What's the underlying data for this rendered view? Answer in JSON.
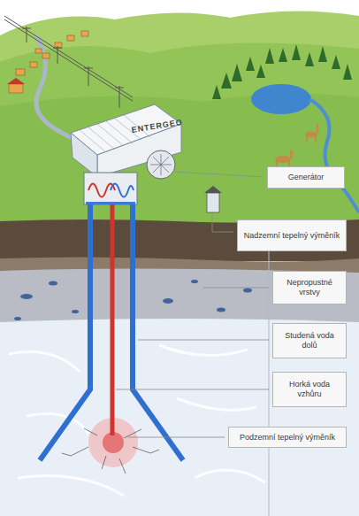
{
  "diagram": {
    "nodes": [
      {
        "text": [
          "Generátor"
        ]
      },
      {
        "text": [
          "Nadzemní tepelný výměník"
        ]
      },
      {
        "text": [
          "Nepropustné vrstvy"
        ]
      },
      {
        "text": [
          "Studená voda dolů"
        ]
      },
      {
        "text": [
          "Horká voda vzhůru"
        ]
      },
      {
        "text": [
          "Podzemní tepelný výměník"
        ]
      }
    ],
    "labels": [
      "ENTERGEO"
    ]
  }
}
